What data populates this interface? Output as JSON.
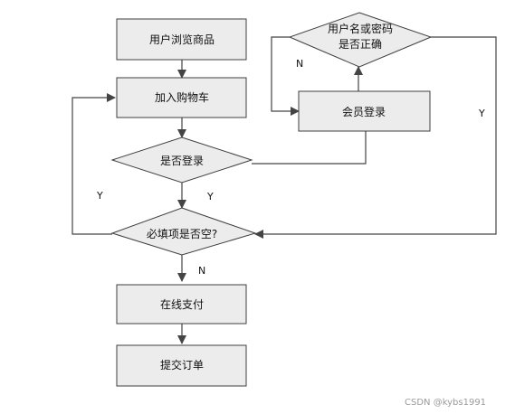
{
  "nodes": {
    "browse": "用户浏览商品",
    "add_cart": "加入购物车",
    "is_logged_in": "是否登录",
    "required_empty": "必填项是否空?",
    "pay_online": "在线支付",
    "submit_order": "提交订单",
    "member_login": "会员登录",
    "credentials_line1": "用户名或密码",
    "credentials_line2": "是否正确"
  },
  "labels": {
    "n_top": "N",
    "y_right": "Y",
    "y_left": "Y",
    "y_center": "Y",
    "n_bottom": "N"
  },
  "watermark": "CSDN @kybs1991",
  "colors": {
    "shape_fill": "#ececec",
    "stroke": "#3f3f3f",
    "arrow": "#444444",
    "text": "#111111"
  }
}
